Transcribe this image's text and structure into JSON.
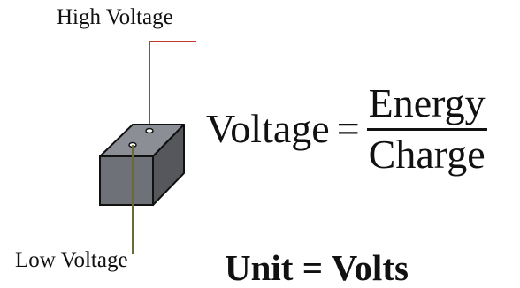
{
  "labels": {
    "high_voltage": "High Voltage",
    "low_voltage": "Low Voltage"
  },
  "equation": {
    "lhs": "Voltage",
    "equals": "=",
    "numerator": "Energy",
    "denominator": "Charge"
  },
  "unit": {
    "text": "Unit = Volts"
  },
  "colors": {
    "high_wire": "#c0392b",
    "low_wire": "#6b6b3a",
    "box_front": "#6f7178",
    "box_top": "#8b8e95",
    "box_side": "#55575c",
    "outline": "#111111"
  }
}
